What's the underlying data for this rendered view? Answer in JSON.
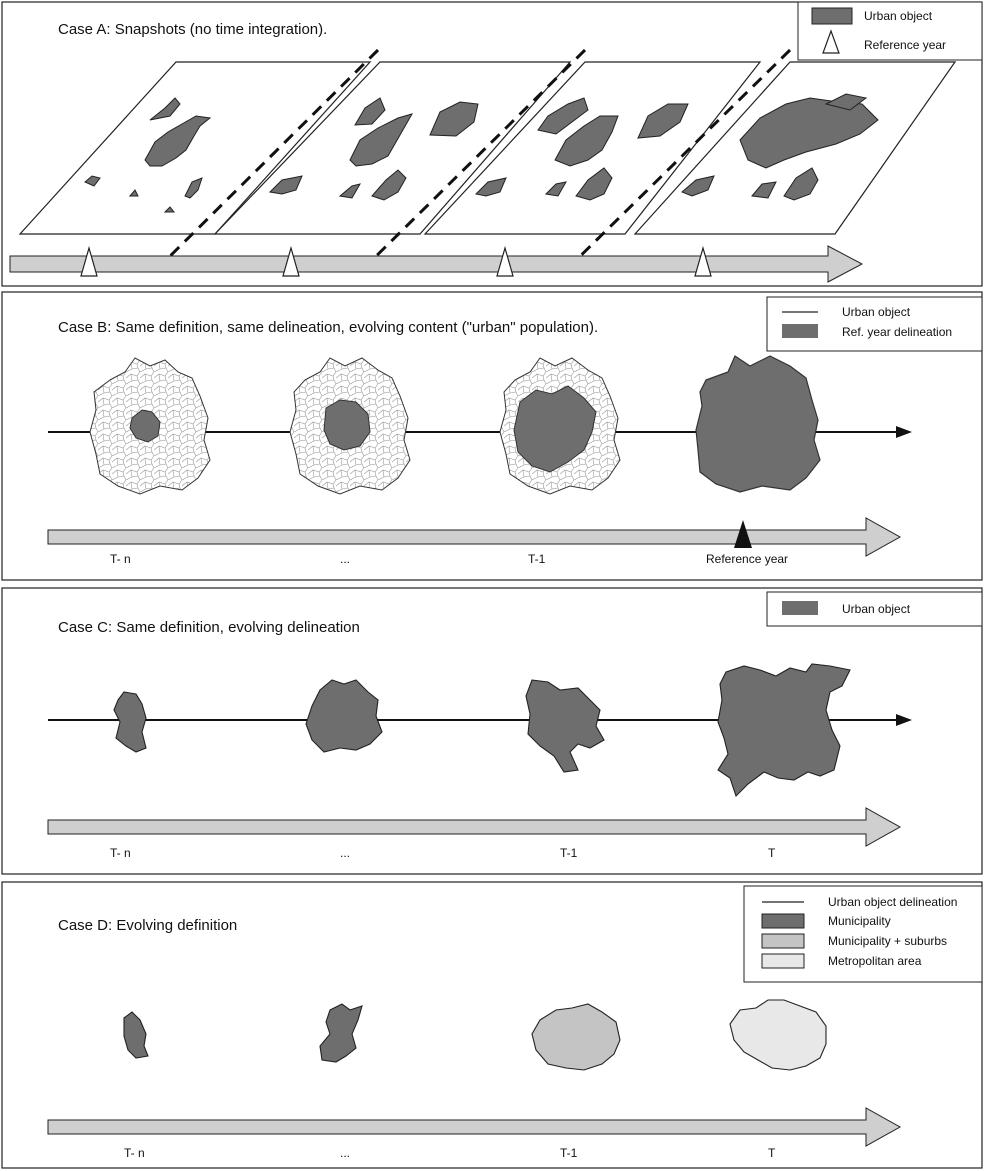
{
  "colors": {
    "urban_dark": "#6e6e6e",
    "suburbs": "#c4c4c4",
    "metro": "#e8e8e8",
    "arrow_fill": "#cfcfcf",
    "stroke": "#222222"
  },
  "panelA": {
    "title": "Case A: Snapshots (no time integration).",
    "legend": [
      {
        "label": "Urban  object",
        "icon": "gray-swatch"
      },
      {
        "label": "Reference year",
        "icon": "white-triangle"
      }
    ]
  },
  "panelB": {
    "title": "Case B: Same definition, same delineation, evolving content (\"urban\" population).",
    "legend": [
      {
        "label": "Urban object",
        "icon": "line"
      },
      {
        "label": "Ref. year delineation",
        "icon": "gray-swatch"
      }
    ],
    "ticks": [
      "T- n",
      "...",
      "T-1",
      "Reference year"
    ]
  },
  "panelC": {
    "title": "Case C: Same definition,  evolving delineation",
    "legend": [
      {
        "label": "Urban object",
        "icon": "gray-swatch"
      }
    ],
    "ticks": [
      "T- n",
      "...",
      "T-1",
      "T"
    ]
  },
  "panelD": {
    "title": "Case D: Evolving definition",
    "legend": [
      {
        "label": "Urban object delineation",
        "icon": "line"
      },
      {
        "label": "Municipality",
        "icon": "dark-swatch"
      },
      {
        "label": "Municipality + suburbs",
        "icon": "mid-swatch"
      },
      {
        "label": "Metropolitan area",
        "icon": "light-swatch"
      }
    ],
    "ticks": [
      "T- n",
      "...",
      "T-1",
      "T"
    ]
  }
}
